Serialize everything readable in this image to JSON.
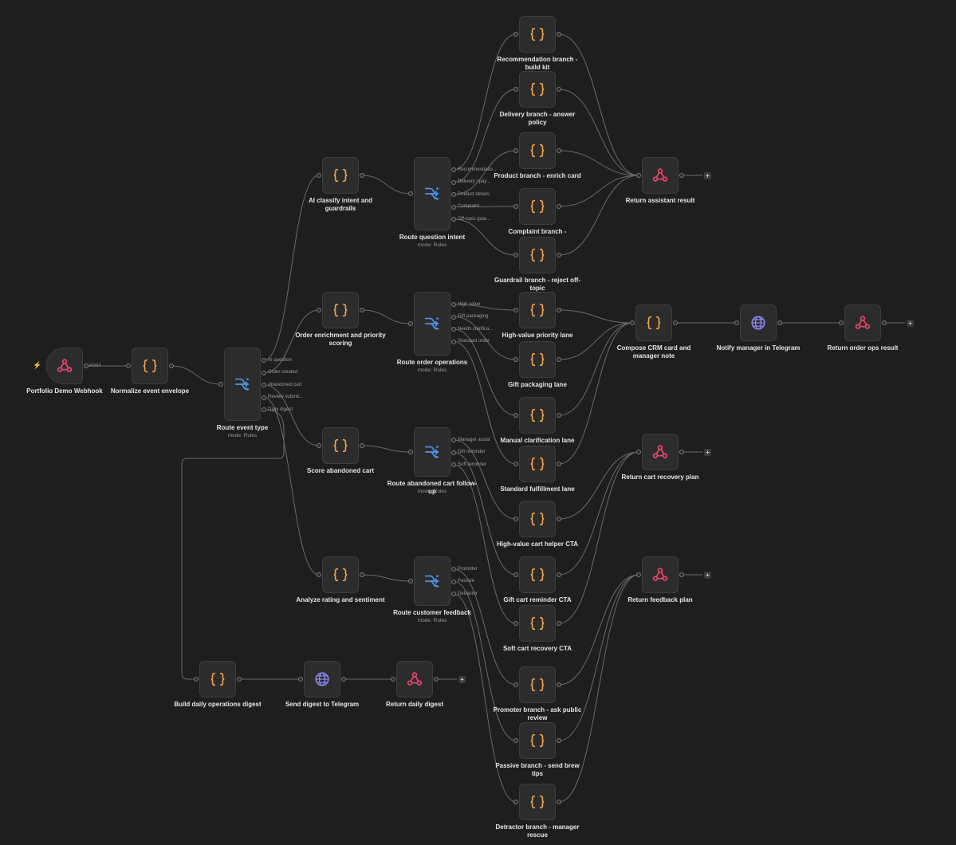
{
  "colors": {
    "background": "#1e1e1e",
    "node": "#2c2c2c",
    "wire": "#6a6a6a",
    "code_icon": "#f0a44a",
    "switch_icon": "#4f93e6",
    "webhook_icon": "#e8446d",
    "http_icon": "#8d88f0",
    "trigger_bolt": "#e8721d"
  },
  "nodes": [
    {
      "id": "webhook",
      "type": "webhook",
      "trigger": true,
      "label": "Portfolio Demo Webhook",
      "icon": "webhook-icon"
    },
    {
      "id": "normalize",
      "type": "code",
      "label": "Normalize event envelope",
      "icon": "code-braces-icon"
    },
    {
      "id": "route_event",
      "type": "switch",
      "label": "Route event type",
      "sub": "mode: Rules",
      "icon": "switch-icon",
      "outputs": [
        "AI question",
        "Order created",
        "Abandoned cart",
        "Review submit...",
        "Daily digest"
      ]
    },
    {
      "id": "ai_classify",
      "type": "code",
      "label": "AI classify intent and guardrails",
      "icon": "code-braces-icon"
    },
    {
      "id": "route_question",
      "type": "switch",
      "label": "Route question intent",
      "sub": "mode: Rules",
      "icon": "switch-icon",
      "outputs": [
        "Recommendatio...",
        "Delivery / pay...",
        "Product details",
        "Complaint",
        "Off-topic guar..."
      ]
    },
    {
      "id": "rec_branch",
      "type": "code",
      "label": "Recommendation branch - build kit",
      "icon": "code-braces-icon"
    },
    {
      "id": "delivery_branch",
      "type": "code",
      "label": "Delivery branch - answer policy",
      "icon": "code-braces-icon"
    },
    {
      "id": "product_branch",
      "type": "code",
      "label": "Product branch - enrich card",
      "icon": "code-braces-icon"
    },
    {
      "id": "complaint_branch",
      "type": "code",
      "label": "Complaint branch -",
      "icon": "code-braces-icon"
    },
    {
      "id": "guardrail_branch",
      "type": "code",
      "label": "Guardrail branch - reject off-topic",
      "icon": "code-braces-icon"
    },
    {
      "id": "return_assistant",
      "type": "webhook",
      "label": "Return assistant result",
      "icon": "webhook-icon"
    },
    {
      "id": "order_enrich",
      "type": "code",
      "label": "Order enrichment and priority scoring",
      "icon": "code-braces-icon"
    },
    {
      "id": "route_order",
      "type": "switch",
      "label": "Route order operations",
      "sub": "mode: Rules",
      "icon": "switch-icon",
      "outputs": [
        "High value",
        "Gift packaging",
        "Needs clarifica...",
        "Standard order"
      ]
    },
    {
      "id": "high_value_lane",
      "type": "code",
      "label": "High-value priority lane",
      "icon": "code-braces-icon"
    },
    {
      "id": "gift_lane",
      "type": "code",
      "label": "Gift packaging lane",
      "icon": "code-braces-icon"
    },
    {
      "id": "manual_lane",
      "type": "code",
      "label": "Manual clarification lane",
      "icon": "code-braces-icon"
    },
    {
      "id": "standard_lane",
      "type": "code",
      "label": "Standard fulfillment lane",
      "icon": "code-braces-icon"
    },
    {
      "id": "compose_crm",
      "type": "code",
      "label": "Compose CRM card and manager note",
      "icon": "code-braces-icon"
    },
    {
      "id": "notify_manager",
      "type": "http",
      "label": "Notify manager in Telegram",
      "icon": "globe-icon"
    },
    {
      "id": "return_order",
      "type": "webhook",
      "label": "Return order ops result",
      "icon": "webhook-icon"
    },
    {
      "id": "score_cart",
      "type": "code",
      "label": "Score abandoned cart",
      "icon": "code-braces-icon"
    },
    {
      "id": "route_cart",
      "type": "switch",
      "label": "Route abandoned cart follow-up",
      "sub": "mode: Rules",
      "icon": "switch-icon",
      "outputs": [
        "Manager assist",
        "Gift reminder",
        "Soft reminder"
      ]
    },
    {
      "id": "hv_cart",
      "type": "code",
      "label": "High-value cart helper CTA",
      "icon": "code-braces-icon"
    },
    {
      "id": "gift_cart",
      "type": "code",
      "label": "Gift cart reminder CTA",
      "icon": "code-braces-icon"
    },
    {
      "id": "soft_cart",
      "type": "code",
      "label": "Soft cart recovery CTA",
      "icon": "code-braces-icon"
    },
    {
      "id": "return_cart",
      "type": "webhook",
      "label": "Return cart recovery plan",
      "icon": "webhook-icon"
    },
    {
      "id": "analyze_rating",
      "type": "code",
      "label": "Analyze rating and sentiment",
      "icon": "code-braces-icon"
    },
    {
      "id": "route_feedback",
      "type": "switch",
      "label": "Route customer feedback",
      "sub": "mode: Rules",
      "icon": "switch-icon",
      "outputs": [
        "Promoter",
        "Passive",
        "Detractor"
      ]
    },
    {
      "id": "return_feedback",
      "type": "webhook",
      "label": "Return feedback plan",
      "icon": "webhook-icon"
    },
    {
      "id": "promoter_branch",
      "type": "code",
      "label": "Promoter branch - ask public review",
      "icon": "code-braces-icon"
    },
    {
      "id": "passive_branch",
      "type": "code",
      "label": "Passive branch - send brew tips",
      "icon": "code-braces-icon"
    },
    {
      "id": "detractor_branch",
      "type": "code",
      "label": "Detractor branch - manager rescue",
      "icon": "code-braces-icon"
    },
    {
      "id": "daily_digest",
      "type": "code",
      "label": "Build daily operations digest",
      "icon": "code-braces-icon"
    },
    {
      "id": "send_digest",
      "type": "http",
      "label": "Send digest to Telegram",
      "icon": "globe-icon"
    },
    {
      "id": "return_digest",
      "type": "webhook",
      "label": "Return daily digest",
      "icon": "webhook-icon"
    }
  ],
  "webhook_method": "POST",
  "add_button_label": "+",
  "connections": [
    [
      "webhook",
      0,
      "normalize"
    ],
    [
      "normalize",
      0,
      "route_event"
    ],
    [
      "route_event",
      0,
      "ai_classify"
    ],
    [
      "route_event",
      1,
      "order_enrich"
    ],
    [
      "route_event",
      2,
      "score_cart"
    ],
    [
      "route_event",
      3,
      "analyze_rating"
    ],
    [
      "route_event",
      4,
      "daily_digest"
    ],
    [
      "ai_classify",
      0,
      "route_question"
    ],
    [
      "route_question",
      0,
      "rec_branch"
    ],
    [
      "route_question",
      1,
      "delivery_branch"
    ],
    [
      "route_question",
      2,
      "product_branch"
    ],
    [
      "route_question",
      3,
      "complaint_branch"
    ],
    [
      "route_question",
      4,
      "guardrail_branch"
    ],
    [
      "rec_branch",
      0,
      "return_assistant"
    ],
    [
      "delivery_branch",
      0,
      "return_assistant"
    ],
    [
      "product_branch",
      0,
      "return_assistant"
    ],
    [
      "complaint_branch",
      0,
      "return_assistant"
    ],
    [
      "guardrail_branch",
      0,
      "return_assistant"
    ],
    [
      "order_enrich",
      0,
      "route_order"
    ],
    [
      "route_order",
      0,
      "high_value_lane"
    ],
    [
      "route_order",
      1,
      "gift_lane"
    ],
    [
      "route_order",
      2,
      "manual_lane"
    ],
    [
      "route_order",
      3,
      "standard_lane"
    ],
    [
      "high_value_lane",
      0,
      "compose_crm"
    ],
    [
      "gift_lane",
      0,
      "compose_crm"
    ],
    [
      "manual_lane",
      0,
      "compose_crm"
    ],
    [
      "standard_lane",
      0,
      "compose_crm"
    ],
    [
      "compose_crm",
      0,
      "notify_manager"
    ],
    [
      "notify_manager",
      0,
      "return_order"
    ],
    [
      "score_cart",
      0,
      "route_cart"
    ],
    [
      "route_cart",
      0,
      "hv_cart"
    ],
    [
      "route_cart",
      1,
      "gift_cart"
    ],
    [
      "route_cart",
      2,
      "soft_cart"
    ],
    [
      "hv_cart",
      0,
      "return_cart"
    ],
    [
      "gift_cart",
      0,
      "return_cart"
    ],
    [
      "soft_cart",
      0,
      "return_cart"
    ],
    [
      "analyze_rating",
      0,
      "route_feedback"
    ],
    [
      "route_feedback",
      0,
      "promoter_branch"
    ],
    [
      "route_feedback",
      1,
      "passive_branch"
    ],
    [
      "route_feedback",
      2,
      "detractor_branch"
    ],
    [
      "promoter_branch",
      0,
      "return_feedback"
    ],
    [
      "passive_branch",
      0,
      "return_feedback"
    ],
    [
      "detractor_branch",
      0,
      "return_feedback"
    ],
    [
      "daily_digest",
      0,
      "send_digest"
    ],
    [
      "send_digest",
      0,
      "return_digest"
    ]
  ],
  "open_ends": [
    "return_assistant",
    "return_order",
    "return_cart",
    "return_feedback",
    "return_digest"
  ]
}
